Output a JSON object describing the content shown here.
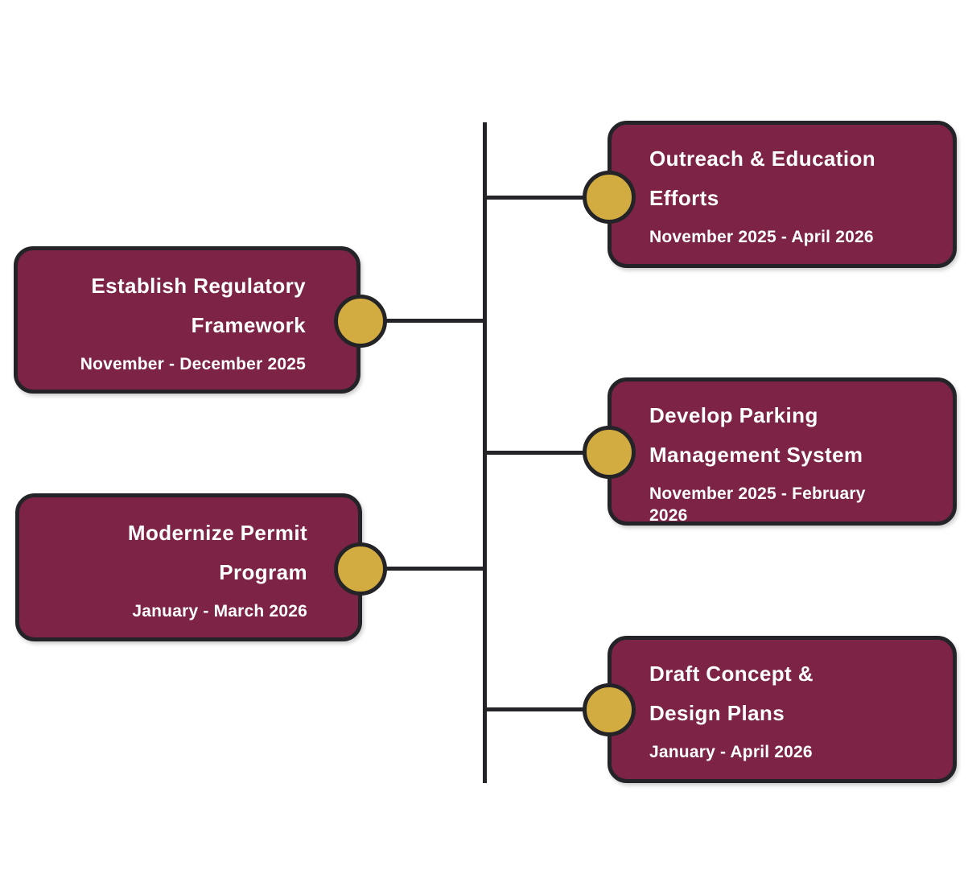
{
  "diagram": {
    "type": "timeline",
    "colors": {
      "card_fill": "#7C2346",
      "outline": "#242428",
      "node_fill": "#D2AC40",
      "text": "#FFFFFF",
      "background": "#FFFFFF"
    },
    "milestones": [
      {
        "side": "right",
        "title_lines": [
          "Outreach & Education",
          "Efforts"
        ],
        "date_lines": [
          "November 2025 - April 2026"
        ]
      },
      {
        "side": "left",
        "title_lines": [
          "Establish Regulatory",
          "Framework"
        ],
        "date_lines": [
          "November - December 2025"
        ]
      },
      {
        "side": "right",
        "title_lines": [
          "Develop Parking",
          "Management System"
        ],
        "date_lines": [
          "November 2025 - February",
          "2026"
        ]
      },
      {
        "side": "left",
        "title_lines": [
          "Modernize Permit",
          "Program"
        ],
        "date_lines": [
          "January - March 2026"
        ]
      },
      {
        "side": "right",
        "title_lines": [
          "Draft Concept &",
          "Design Plans"
        ],
        "date_lines": [
          "January - April 2026"
        ]
      }
    ]
  }
}
